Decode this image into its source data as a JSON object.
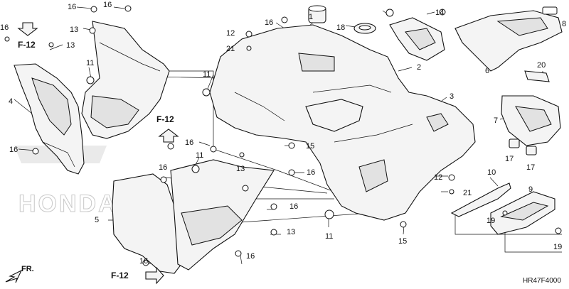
{
  "diagram": {
    "part_numbers": [
      {
        "id": "p1",
        "text": "1"
      },
      {
        "id": "p2",
        "text": "2"
      },
      {
        "id": "p3",
        "text": "3"
      },
      {
        "id": "p4",
        "text": "4"
      },
      {
        "id": "p5",
        "text": "5"
      },
      {
        "id": "p6",
        "text": "6"
      },
      {
        "id": "p7",
        "text": "7"
      },
      {
        "id": "p8",
        "text": "8"
      },
      {
        "id": "p9",
        "text": "9"
      },
      {
        "id": "p10",
        "text": "10"
      },
      {
        "id": "p11a",
        "text": "11"
      },
      {
        "id": "p11b",
        "text": "11"
      },
      {
        "id": "p11c",
        "text": "11"
      },
      {
        "id": "p11d",
        "text": "11"
      },
      {
        "id": "p12a",
        "text": "12"
      },
      {
        "id": "p12b",
        "text": "12"
      },
      {
        "id": "p13a",
        "text": "13"
      },
      {
        "id": "p13b",
        "text": "13"
      },
      {
        "id": "p13c",
        "text": "13"
      },
      {
        "id": "p13d",
        "text": "13"
      },
      {
        "id": "p14",
        "text": "14"
      },
      {
        "id": "p15a",
        "text": "15"
      },
      {
        "id": "p15b",
        "text": "15"
      },
      {
        "id": "p16a",
        "text": "16"
      },
      {
        "id": "p16b",
        "text": "16"
      },
      {
        "id": "p16c",
        "text": "16"
      },
      {
        "id": "p16d",
        "text": "16"
      },
      {
        "id": "p16e",
        "text": "16"
      },
      {
        "id": "p16f",
        "text": "16"
      },
      {
        "id": "p16g",
        "text": "16"
      },
      {
        "id": "p16h",
        "text": "16"
      },
      {
        "id": "p16i",
        "text": "16"
      },
      {
        "id": "p16j",
        "text": "16"
      },
      {
        "id": "p16k",
        "text": "16"
      },
      {
        "id": "p17a",
        "text": "17"
      },
      {
        "id": "p17b",
        "text": "17"
      },
      {
        "id": "p18",
        "text": "18"
      },
      {
        "id": "p19a",
        "text": "19"
      },
      {
        "id": "p19b",
        "text": "19"
      },
      {
        "id": "p20",
        "text": "20"
      },
      {
        "id": "p21a",
        "text": "21"
      },
      {
        "id": "p21b",
        "text": "21"
      }
    ],
    "references": [
      {
        "id": "r1",
        "text": "F-12"
      },
      {
        "id": "r2",
        "text": "F-12"
      },
      {
        "id": "r3",
        "text": "F-12"
      }
    ],
    "direction_label": "FR.",
    "diagram_code": "HR47F4000",
    "watermark": "HONDA"
  }
}
